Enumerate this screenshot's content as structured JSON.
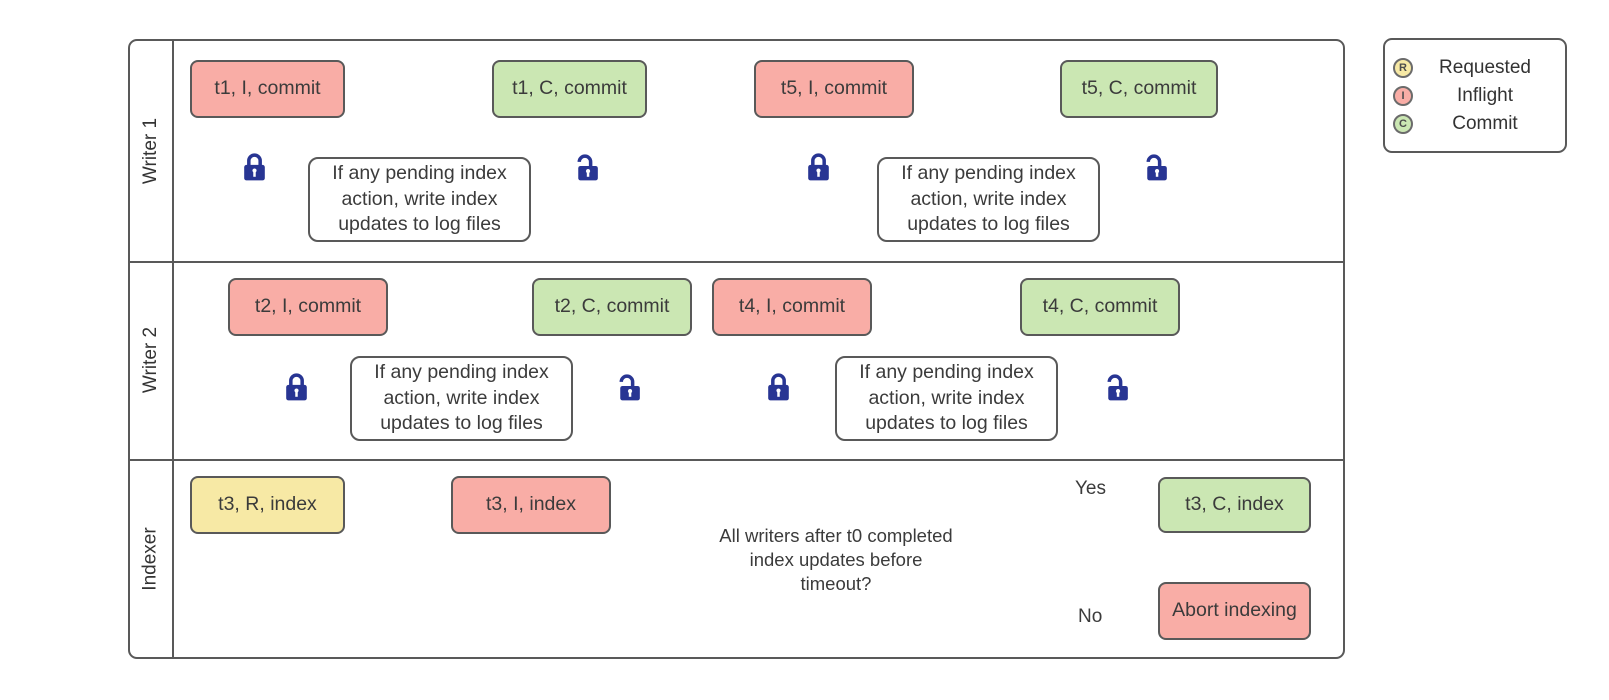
{
  "lanes": {
    "writer1": "Writer 1",
    "writer2": "Writer 2",
    "indexer": "Indexer"
  },
  "nodes": {
    "t1i": "t1, I, commit",
    "t1c": "t1, C, commit",
    "t5i": "t5, I, commit",
    "t5c": "t5, C, commit",
    "t2i": "t2, I, commit",
    "t2c": "t2, C, commit",
    "t4i": "t4, I, commit",
    "t4c": "t4, C, commit",
    "t3r": "t3, R, index",
    "t3i": "t3, I, index",
    "t3c": "t3, C, index",
    "abort": "Abort indexing"
  },
  "labels": {
    "process": "If any pending index action, write index updates to log files",
    "decision": "All writers after t0 completed index updates before timeout?",
    "yes": "Yes",
    "no": "No"
  },
  "legend": {
    "items": [
      {
        "letter": "R",
        "label": "Requested",
        "color": "#f7e9a5"
      },
      {
        "letter": "I",
        "label": "Inflight",
        "color": "#f9ada6"
      },
      {
        "letter": "C",
        "label": "Commit",
        "color": "#cbe7b3"
      }
    ]
  },
  "colors": {
    "requested_fill": "#f7e9a5",
    "inflight_fill": "#f9ada6",
    "commit_fill": "#cbe7b3",
    "node_border": "#595959",
    "connector": "#5b5b5b",
    "lock": "#283593",
    "text": "#3b3b3b"
  }
}
